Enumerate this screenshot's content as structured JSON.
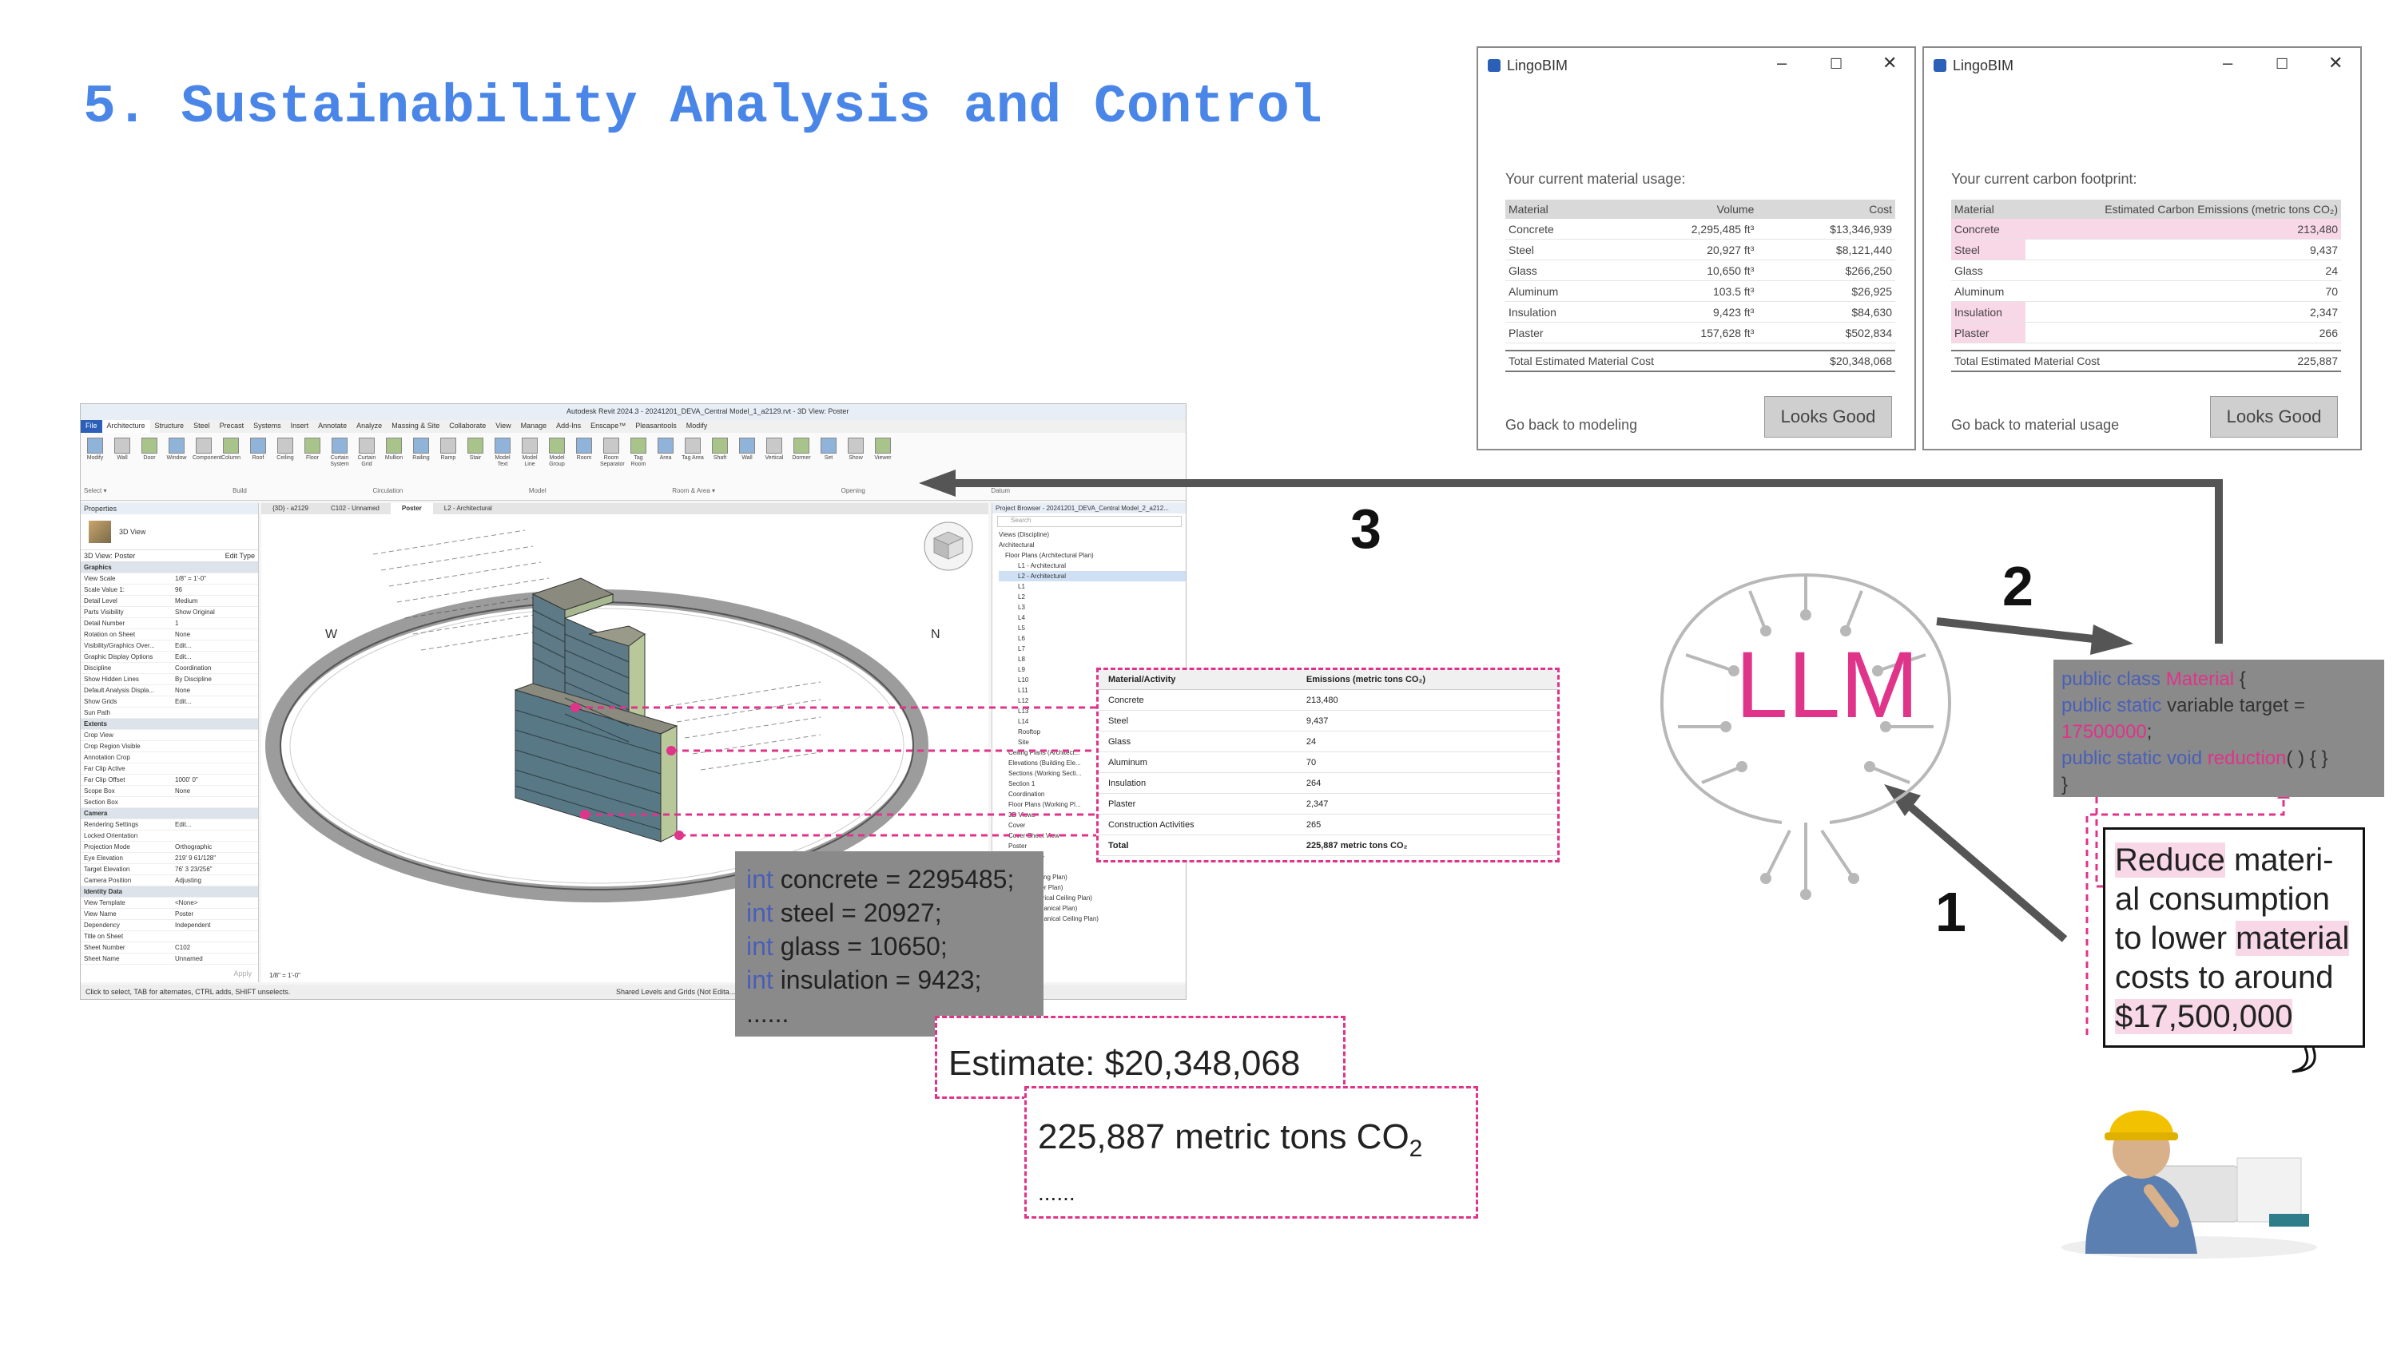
{
  "title": "5. Sustainability Analysis and Control",
  "window_usage": {
    "app": "LingoBIM",
    "prompt": "Your current material usage:",
    "headers": [
      "Material",
      "Volume",
      "Cost"
    ],
    "rows": [
      [
        "Concrete",
        "2,295,485 ft³",
        "$13,346,939"
      ],
      [
        "Steel",
        "20,927 ft³",
        "$8,121,440"
      ],
      [
        "Glass",
        "10,650 ft³",
        "$266,250"
      ],
      [
        "Aluminum",
        "103.5 ft³",
        "$26,925"
      ],
      [
        "Insulation",
        "9,423 ft³",
        "$84,630"
      ],
      [
        "Plaster",
        "157,628 ft³",
        "$502,834"
      ]
    ],
    "total_label": "Total Estimated Material Cost",
    "total_value": "$20,348,068",
    "back": "Go back to modeling",
    "button": "Looks Good"
  },
  "window_carbon": {
    "app": "LingoBIM",
    "prompt": "Your current carbon footprint:",
    "headers": [
      "Material",
      "Estimated Carbon Emissions (metric tons CO₂)"
    ],
    "rows": [
      [
        "Concrete",
        "213,480"
      ],
      [
        "Steel",
        "9,437"
      ],
      [
        "Glass",
        "24"
      ],
      [
        "Aluminum",
        "70"
      ],
      [
        "Insulation",
        "2,347"
      ],
      [
        "Plaster",
        "266"
      ]
    ],
    "total_label": "Total Estimated Material Cost",
    "total_value": "225,887",
    "back": "Go back to material usage",
    "button": "Looks Good"
  },
  "revit": {
    "title": "Autodesk Revit 2024.3 - 20241201_DEVA_Central Model_1_a2129.rvt - 3D View: Poster",
    "tabs": [
      "File",
      "Architecture",
      "Structure",
      "Steel",
      "Precast",
      "Systems",
      "Insert",
      "Annotate",
      "Analyze",
      "Massing & Site",
      "Collaborate",
      "View",
      "Manage",
      "Add-Ins",
      "Enscape™",
      "Pleasantools",
      "Modify"
    ],
    "tools": [
      "Modify",
      "Wall",
      "Door",
      "Window",
      "Component",
      "Column",
      "Roof",
      "Ceiling",
      "Floor",
      "Curtain System",
      "Curtain Grid",
      "Mullion",
      "Railing",
      "Ramp",
      "Stair",
      "Model Text",
      "Model Line",
      "Model Group",
      "Room",
      "Room Separator",
      "Tag Room",
      "Area",
      "Tag Area",
      "Shaft",
      "Wall",
      "Vertical",
      "Dormer",
      "Set",
      "Show",
      "Viewer"
    ],
    "groups": [
      "Select ▾",
      "Build",
      "Circulation",
      "Model",
      "Room & Area ▾",
      "Opening",
      "Datum"
    ],
    "view_tabs": [
      "{3D} - a2129",
      "C102 - Unnamed",
      "Poster",
      "L2 - Architectural"
    ],
    "properties_title": "Properties",
    "view_type": "3D View",
    "view_name": "3D View: Poster",
    "edit_type": "Edit Type",
    "props": [
      [
        "Graphics",
        ""
      ],
      [
        "View Scale",
        "1/8\" = 1'-0\""
      ],
      [
        "Scale Value 1:",
        "96"
      ],
      [
        "Detail Level",
        "Medium"
      ],
      [
        "Parts Visibility",
        "Show Original"
      ],
      [
        "Detail Number",
        "1"
      ],
      [
        "Rotation on Sheet",
        "None"
      ],
      [
        "Visibility/Graphics Over...",
        "Edit..."
      ],
      [
        "Graphic Display Options",
        "Edit..."
      ],
      [
        "Discipline",
        "Coordination"
      ],
      [
        "Show Hidden Lines",
        "By Discipline"
      ],
      [
        "Default Analysis Displa...",
        "None"
      ],
      [
        "Show Grids",
        "Edit..."
      ],
      [
        "Sun Path",
        ""
      ],
      [
        "Extents",
        ""
      ],
      [
        "Crop View",
        ""
      ],
      [
        "Crop Region Visible",
        ""
      ],
      [
        "Annotation Crop",
        ""
      ],
      [
        "Far Clip Active",
        ""
      ],
      [
        "Far Clip Offset",
        "1000' 0\""
      ],
      [
        "Scope Box",
        "None"
      ],
      [
        "Section Box",
        ""
      ],
      [
        "Camera",
        ""
      ],
      [
        "Rendering Settings",
        "Edit..."
      ],
      [
        "Locked Orientation",
        ""
      ],
      [
        "Projection Mode",
        "Orthographic"
      ],
      [
        "Eye Elevation",
        "219' 9 61/128\""
      ],
      [
        "Target Elevation",
        "76' 3 23/256\""
      ],
      [
        "Camera Position",
        "Adjusting"
      ],
      [
        "Identity Data",
        ""
      ],
      [
        "View Template",
        "<None>"
      ],
      [
        "View Name",
        "Poster"
      ],
      [
        "Dependency",
        "Independent"
      ],
      [
        "Title on Sheet",
        ""
      ],
      [
        "Sheet Number",
        "C102"
      ],
      [
        "Sheet Name",
        "Unnamed"
      ]
    ],
    "apply": "Apply",
    "browser_title": "Project Browser - 20241201_DEVA_Central Model_2_a212...",
    "browser_search": "Search",
    "browser_items": [
      "Views (Discipline)",
      "Architectural",
      "Floor Plans (Architectural Plan)",
      "L1 - Architectural",
      "L2 - Architectural",
      "L1",
      "L2",
      "L3",
      "L4",
      "L5",
      "L6",
      "L7",
      "L8",
      "L9",
      "L10",
      "L11",
      "L12",
      "L13",
      "L14",
      "Rooftop",
      "Site",
      "Ceiling Plans (Architect...",
      "Elevations (Building Ele...",
      "Sections (Working Secti...",
      "Section 1",
      "Coordination",
      "Floor Plans (Working Pl...",
      "3D Views",
      "Cover",
      "Cover Sheet View",
      "Poster",
      "{3D - a2129}",
      "{3D}",
      "Plans (Lighting Plan)",
      "Plans (Power Plan)",
      "Plans (Electrical Ceiling Plan)",
      "Plans (Mechanical Plan)",
      "Plans (Mechanical Ceiling Plan)"
    ],
    "compass_w": "W",
    "compass_n": "N",
    "view_scale": "1/8\" = 1'-0\"",
    "status": "Click to select, TAB for alternates, CTRL adds, SHIFT unselects.",
    "status_right": "Shared Levels and Grids (Not Edita..."
  },
  "emissions_table": {
    "headers": [
      "Material/Activity",
      "Emissions (metric tons CO₂)"
    ],
    "rows": [
      [
        "Concrete",
        "213,480"
      ],
      [
        "Steel",
        "9,437"
      ],
      [
        "Glass",
        "24"
      ],
      [
        "Aluminum",
        "70"
      ],
      [
        "Insulation",
        "264"
      ],
      [
        "Plaster",
        "2,347"
      ],
      [
        "Construction Activities",
        "265"
      ],
      [
        "Total",
        "225,887 metric tons CO₂"
      ]
    ]
  },
  "code_vars": [
    {
      "kw": "int",
      "text": " concrete = 2295485;"
    },
    {
      "kw": "int",
      "text": " steel = 20927;"
    },
    {
      "kw": "int",
      "text": " glass = 10650;"
    },
    {
      "kw": "int",
      "text": " insulation = 9423;"
    },
    {
      "kw": "",
      "text": "......"
    }
  ],
  "estimate": "Estimate: $20,348,068",
  "carbon_text": "225,887 metric tons CO",
  "carbon_sub": "2",
  "carbon_more": "......",
  "class_code": {
    "l1_kw": "public class ",
    "l1_name": "Material",
    "l1_end": " {",
    "l2_kw": " public static ",
    "l2_text": "variable target =",
    "l3_val": "17500000",
    "l3_end": ";",
    "l4_kw": " public static void ",
    "l4_name": "reduction",
    "l4_end": "( ) { }",
    "l5": "}"
  },
  "request": {
    "w1": "Reduce",
    "t1": " materi-",
    "t2": "al consumption",
    "t3": "to lower ",
    "w2": "material",
    "t4": "costs to around",
    "w3": "$17,500,000"
  },
  "llm": "LLM",
  "steps": [
    "1",
    "2",
    "3"
  ],
  "colors": {
    "title": "#4a86e8",
    "accent": "#e0338a",
    "code_bg": "#8a8a8a",
    "keyword": "#4a5fb8"
  }
}
